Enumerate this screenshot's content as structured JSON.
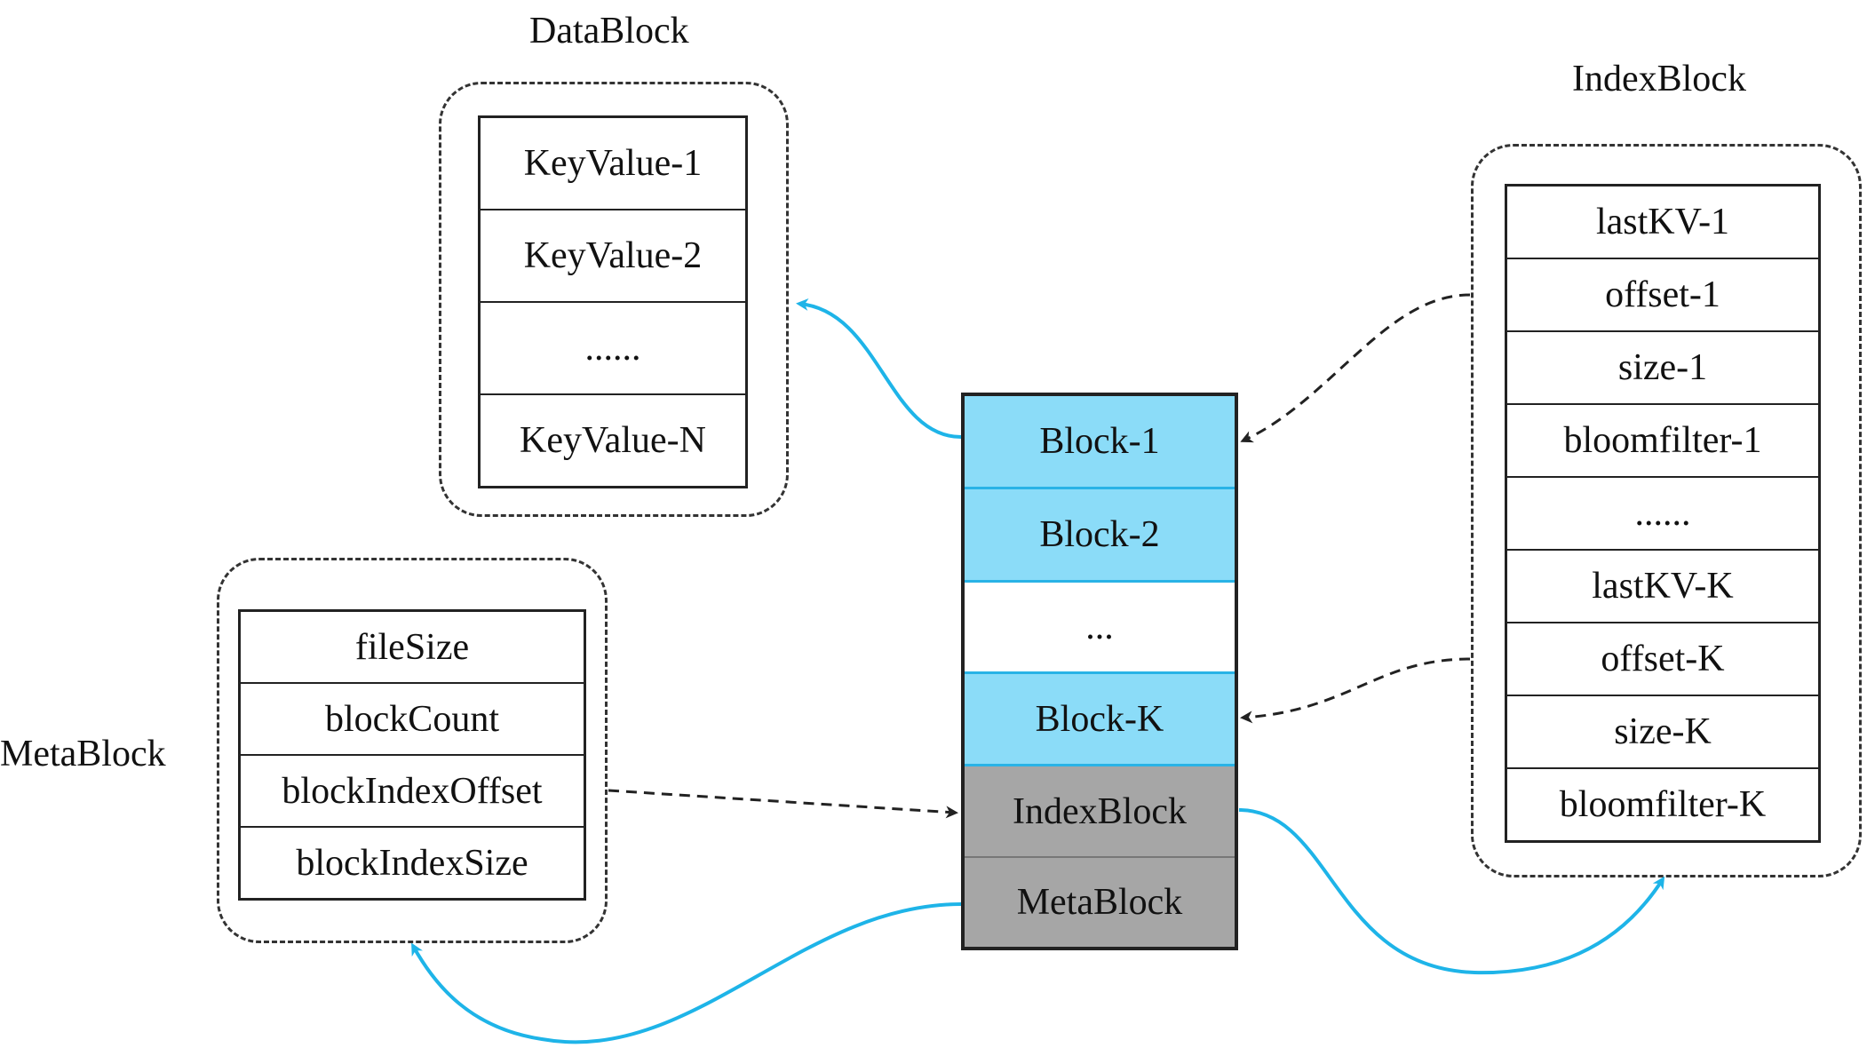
{
  "diagram": {
    "datablock": {
      "title": "DataBlock",
      "rows": [
        "KeyValue-1",
        "KeyValue-2",
        "......",
        "KeyValue-N"
      ]
    },
    "metablock": {
      "title": "MetaBlock",
      "rows": [
        "fileSize",
        "blockCount",
        "blockIndexOffset",
        "blockIndexSize"
      ]
    },
    "indexblock": {
      "title": "IndexBlock",
      "rows": [
        "lastKV-1",
        "offset-1",
        "size-1",
        "bloomfilter-1",
        "......",
        "lastKV-K",
        "offset-K",
        "size-K",
        "bloomfilter-K"
      ]
    },
    "hfile": {
      "segments": [
        "Block-1",
        "Block-2",
        "...",
        "Block-K",
        "IndexBlock",
        "MetaBlock"
      ]
    },
    "colors": {
      "data_block_fill": "#8bdcf8",
      "index_meta_fill": "#a6a6a6",
      "arrow_blue": "#1eb4e8",
      "dashed_arrow": "#222222"
    }
  }
}
